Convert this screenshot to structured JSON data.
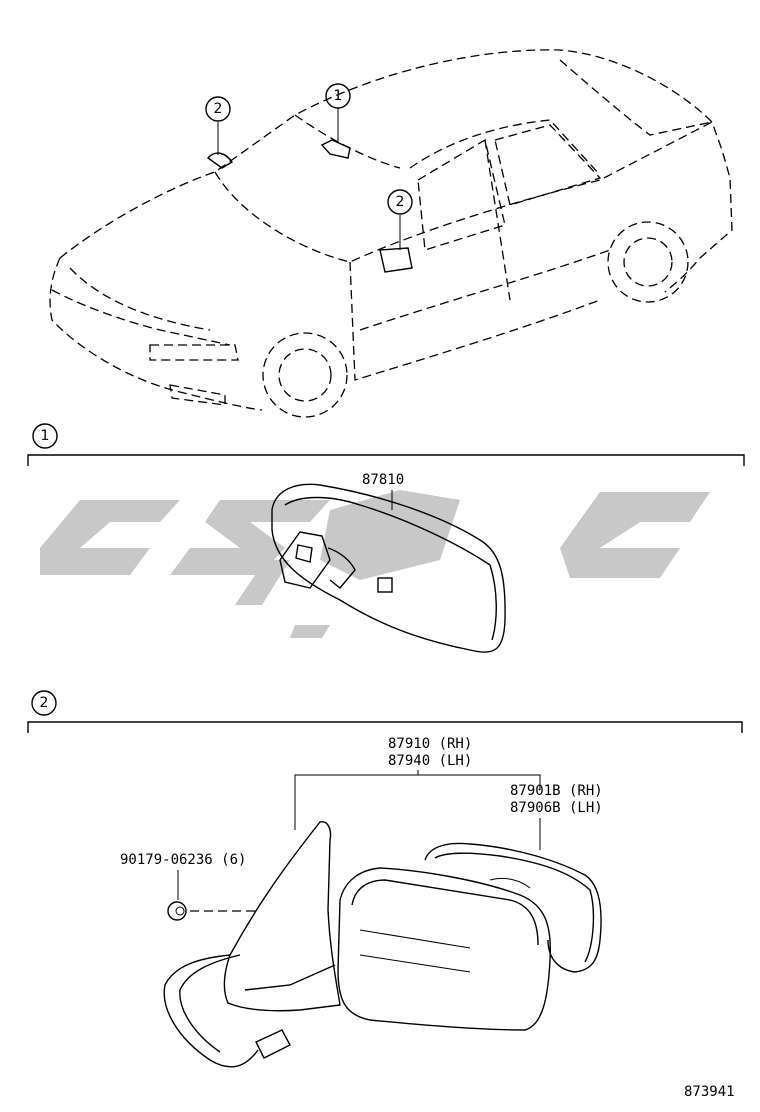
{
  "callouts": {
    "interior_mirror": "1",
    "outer_mirror": "2"
  },
  "section1": {
    "index": "1",
    "parts": [
      {
        "number": "87810"
      }
    ]
  },
  "section2": {
    "index": "2",
    "parts": [
      {
        "number": "87910 (RH)"
      },
      {
        "number": "87940 (LH)"
      },
      {
        "number": "87901B (RH)"
      },
      {
        "number": "87906B (LH)"
      },
      {
        "number": "90179-06236 (6)"
      }
    ]
  },
  "diagram_id": "873941",
  "watermark": "CSPC",
  "colors": {
    "line": "#000000",
    "watermark": "#c8c8c8",
    "background": "#ffffff"
  }
}
